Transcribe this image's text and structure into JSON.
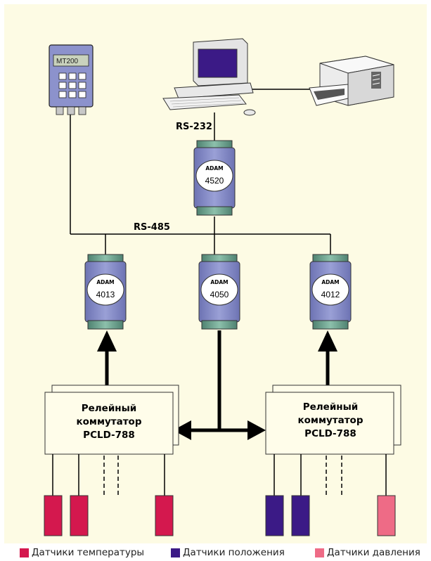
{
  "colors": {
    "background": "#fdfbe4",
    "panel": "#fffdea",
    "module_body": "#8c92cc",
    "module_cap": "#6a9c8a",
    "temperature": "#d4184e",
    "position": "#3b1a86",
    "pressure": "#ee6b86",
    "line": "#000000"
  },
  "icons": {
    "terminal": "handheld-terminal-icon",
    "computer": "desktop-computer-icon",
    "printer": "printer-icon"
  },
  "terminal": {
    "label": "MT200"
  },
  "buses": {
    "rs232": "RS-232",
    "rs485": "RS-485"
  },
  "modules": {
    "converter": {
      "brand": "ADAM",
      "model": "4520"
    },
    "m1": {
      "brand": "ADAM",
      "model": "4013"
    },
    "m2": {
      "brand": "ADAM",
      "model": "4050"
    },
    "m3": {
      "brand": "ADAM",
      "model": "4012"
    }
  },
  "relays": {
    "left": {
      "line1": "Релейный",
      "line2": "коммутатор",
      "line3": "PCLD-788"
    },
    "right": {
      "line1": "Релейный",
      "line2": "коммутатор",
      "line3": "PCLD-788"
    }
  },
  "legend": {
    "temperature": "Датчики температуры",
    "position": "Датчики положения",
    "pressure": "Датчики давления"
  }
}
